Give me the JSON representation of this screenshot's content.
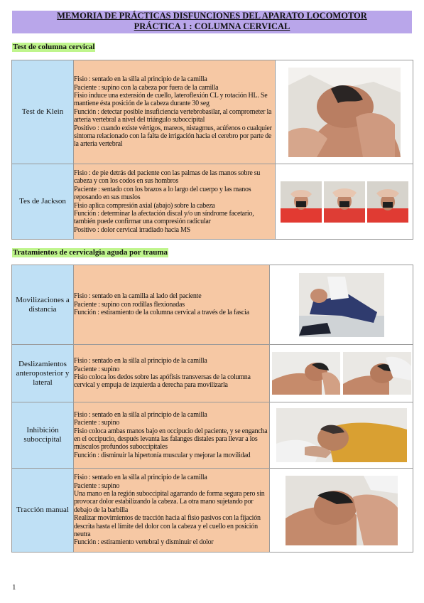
{
  "header": {
    "title_line1": "MEMORIA DE PRÁCTICAS DISFUNCIONES DEL APARATO LOCOMOTOR",
    "title_line2": "PRÁCTICA 1 : COLUMNA CERVICAL"
  },
  "section1": {
    "label": "Test de columna cervical",
    "rows": [
      {
        "name": "Test de Klein",
        "lines": [
          "Fisio : sentado en la silla al principio de la camilla",
          "Paciente : supino con la cabeza por fuera de la camilla",
          "Fisio induce una extensión de cuello, lateroflexión CL y rotación HL. Se mantiene ésta posición de la cabeza durante 30 seg",
          "Función : detectar posible insuficiencia vertebrobasilar, al comprometer la arteria vertebral a nivel del triángulo suboccipital",
          "Positivo : cuando existe vértigos, mareos, nistagmus, acúfenos o cualquier síntoma relacionado con la falta de irrigación hacia el cerebro por parte de la arteria vertebral"
        ]
      },
      {
        "name": "Tes de Jackson",
        "lines": [
          "Fisio : de pie detrás del paciente con las palmas de las manos sobre su cabeza y con los codos en sus hombros",
          "Paciente : sentado con los brazos a lo largo del cuerpo y las manos reposando en sus muslos",
          "Fisio aplica compresión axial (abajo) sobre la cabeza",
          "Función : determinar la afectación discal y/o un síndrome facetario, también puede confirmar una compresión radicular",
          "Positivo : dolor cervical irradiado hacia MS"
        ]
      }
    ]
  },
  "section2": {
    "label": "Tratamientos de cervicalgia aguda por trauma",
    "rows": [
      {
        "name": "Movilizaciones a distancia",
        "lines": [
          "Fisio : sentado en la camilla al lado del paciente",
          "Paciente : supino con rodillas flexionadas",
          "Función : estiramiento de la columna cervical a través de la fascia"
        ]
      },
      {
        "name": "Deslizamientos anteroposterior y lateral",
        "lines": [
          "Fisio : sentado en la silla al principio de la camilla",
          "Paciente : supino",
          "Fisio coloca los dedos sobre las apófisis transversas de la columna cervical y empuja de izquierda a derecha para movilizarla"
        ]
      },
      {
        "name": "Inhibición suboccipital",
        "lines": [
          "Fisio : sentado en la silla al principio de la camilla",
          "Paciente : supino",
          "Fisio coloca ambas manos bajo en occipucio del paciente, y se engancha en el occipucio,  después levanta las falanges distales para llevar a  los músculos profundos suboccipitales",
          "Función : disminuir la hipertonía muscular y mejorar la movilidad"
        ]
      },
      {
        "name": "Tracción manual",
        "lines": [
          "Fisio : sentado en la silla al principio de la camilla",
          "Paciente : supino",
          "Una mano en la región suboccipital agarrando de forma segura pero sin provocar dolor estabilizando la cabeza. La otra mano sujetando por debajo de la barbilla",
          "Realizar movimientos de tracción hacia al fisio pasivos con la fijación descrita hasta el límite del dolor con la cabeza y el cuello en posición neutra",
          "Función : estiramiento vertebral y disminuir el dolor"
        ]
      }
    ]
  },
  "page_number": "1",
  "colors": {
    "title_bg": "#b9a6ea",
    "label_bg": "#bff58c",
    "name_cell_bg": "#bfe0f5",
    "desc_cell_bg": "#f6c8a4"
  }
}
